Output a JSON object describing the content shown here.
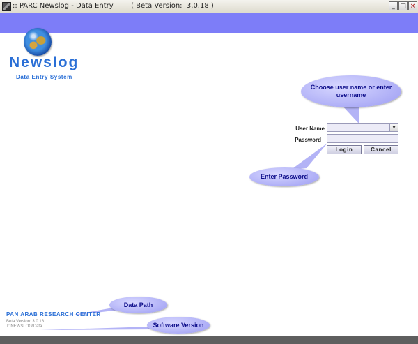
{
  "window": {
    "title": ":: PARC Newslog - Data Entry        ( Beta Version:  3.0.18 )",
    "minimize": "_",
    "maximize": "□",
    "close": "×"
  },
  "brand": {
    "name": "Newslog",
    "subtitle": "Data Entry System",
    "logo_icon": "globe-icon"
  },
  "login": {
    "user_label": "User Name",
    "password_label": "Password",
    "username_value": "",
    "login_label": "Login",
    "cancel_label": "Cancel"
  },
  "callouts": {
    "user": "Choose user name or enter username",
    "password": "Enter Password",
    "data_path": "Data Path",
    "software_version": "Software Version"
  },
  "footer": {
    "org": "PAN ARAB RESEARCH CENTER",
    "version": "Beta Version: 3.0.18",
    "path": "T:\\NEWSLOG\\Data"
  },
  "colors": {
    "header_band": "#7d7df8",
    "brand": "#2a6fd6",
    "callout_text": "#0d0d8a",
    "statusbar": "#5f5f5f"
  }
}
